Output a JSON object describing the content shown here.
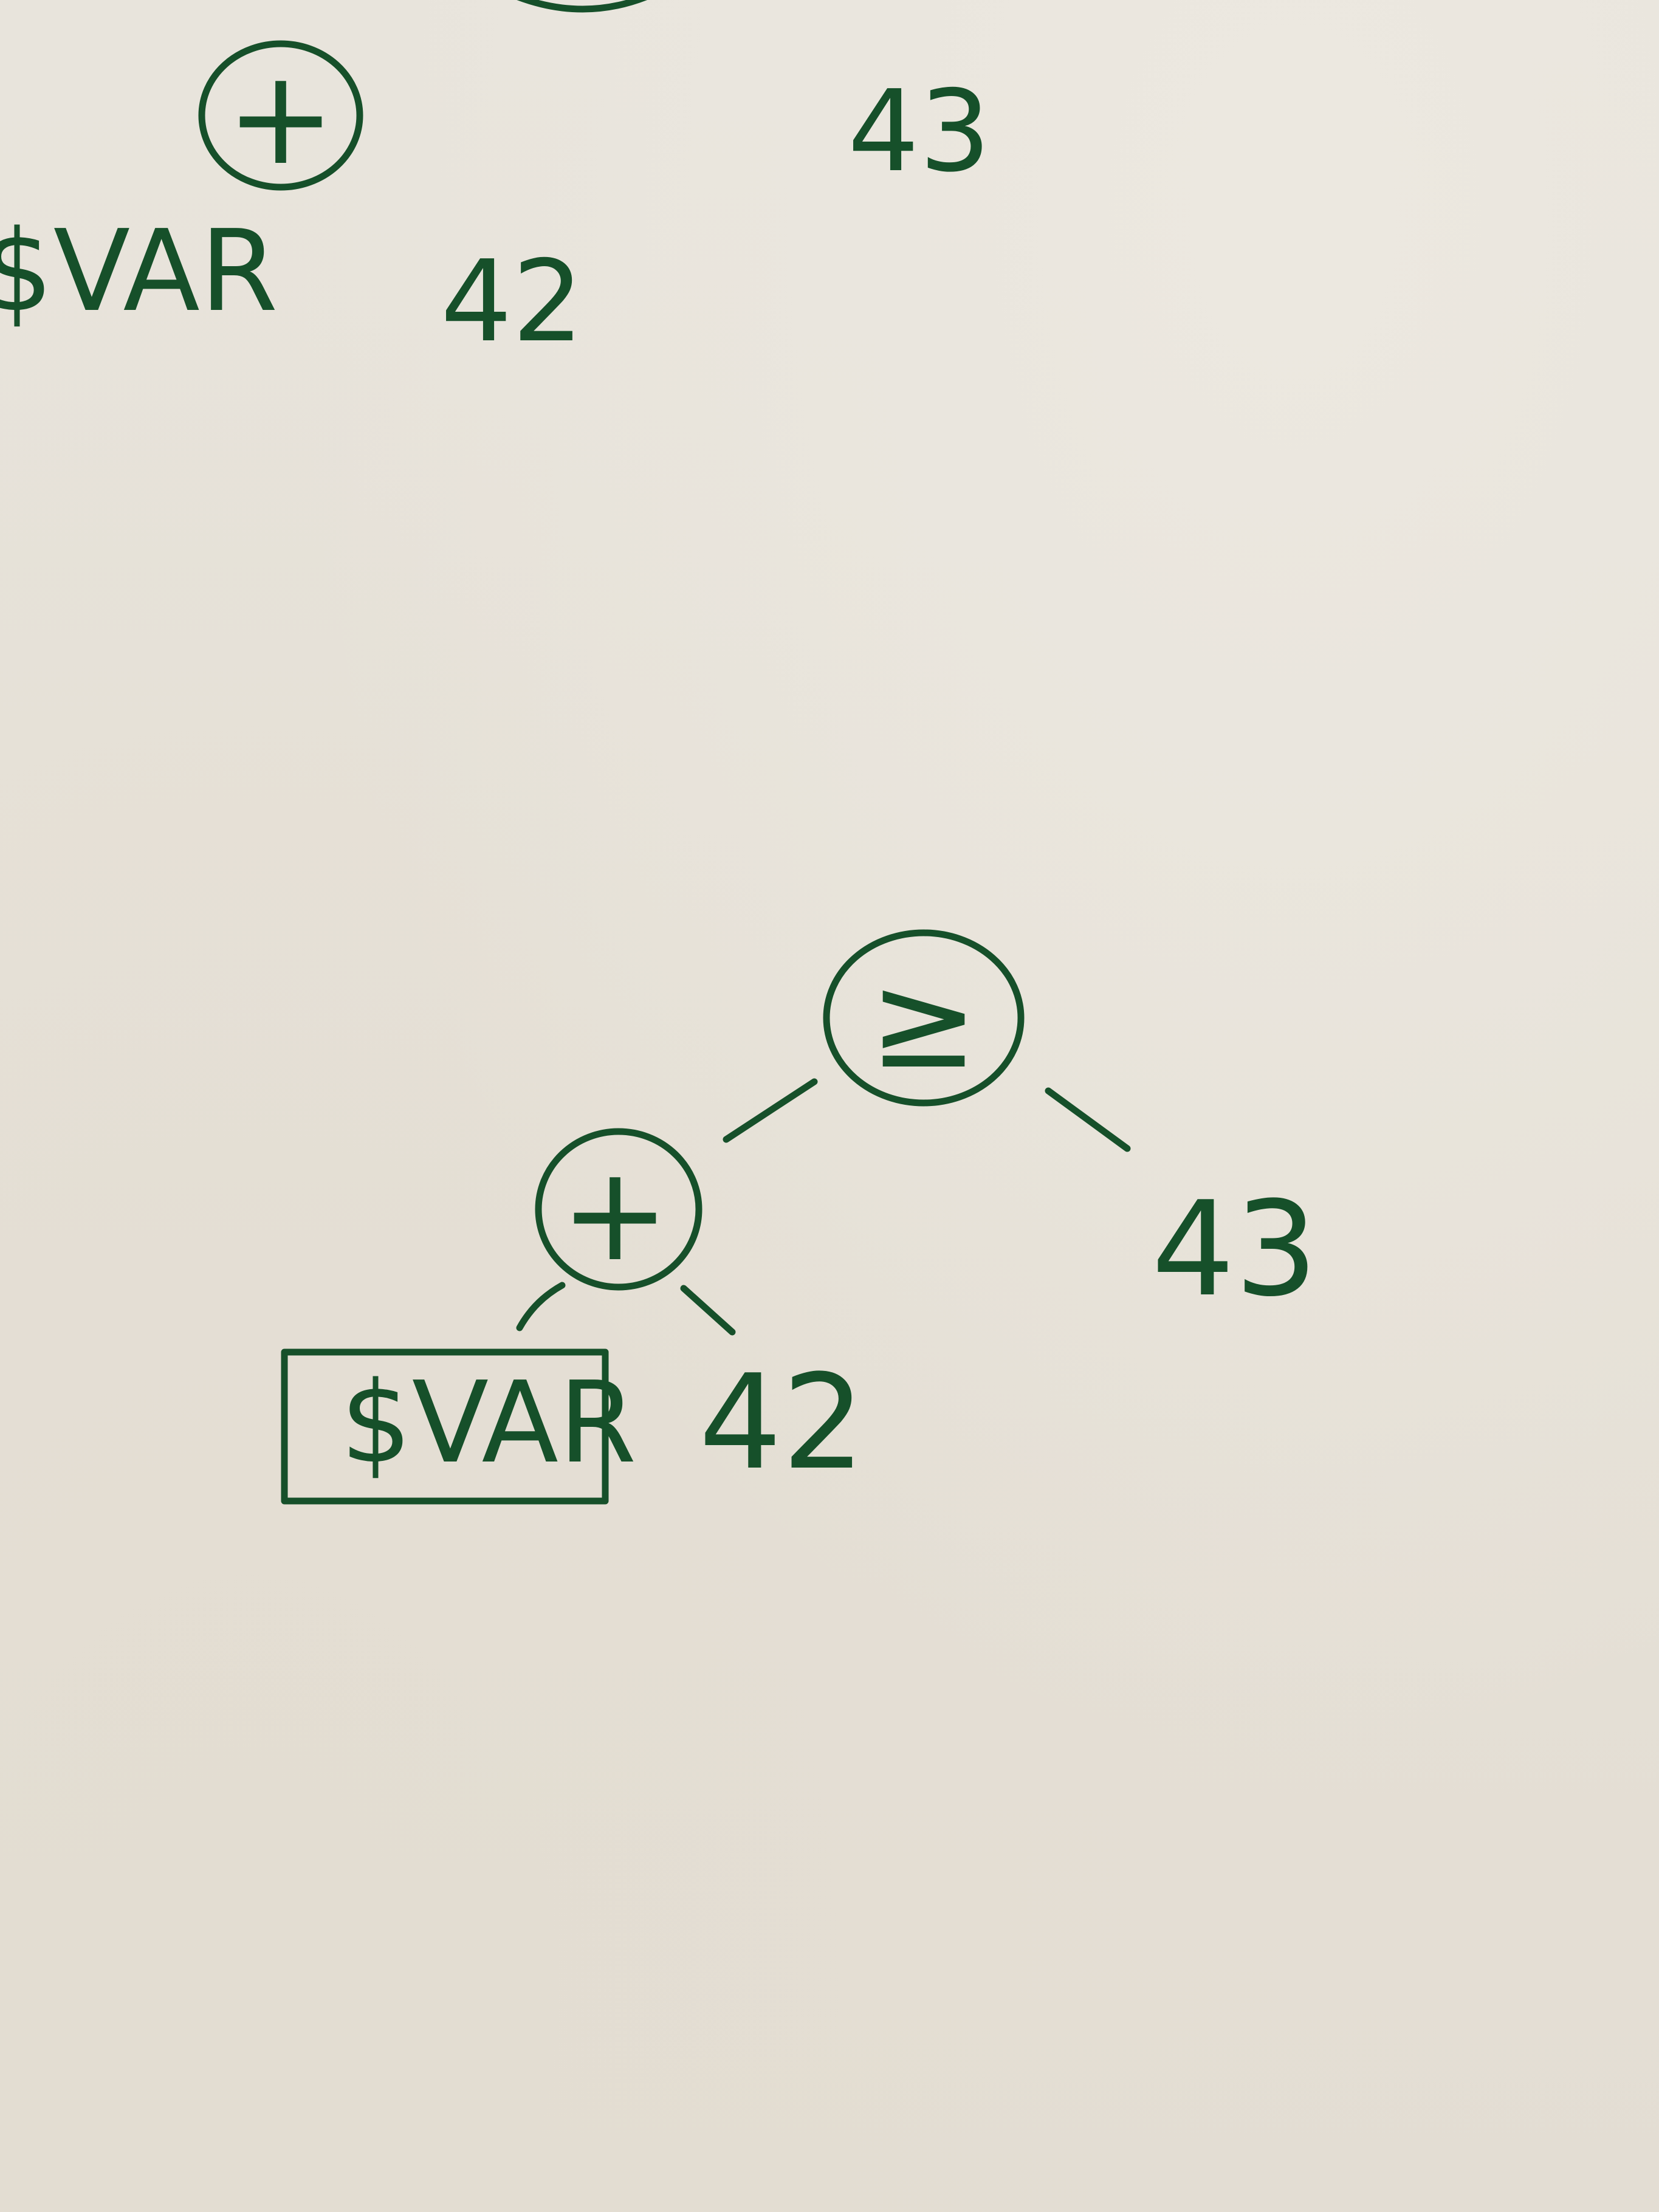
{
  "top_tree": {
    "operator": "+",
    "left_operand": "$VAR",
    "right_operand": "42",
    "comparison_value": "43"
  },
  "bottom_tree": {
    "root_operator": "≥",
    "plus_operator": "+",
    "variable": "$VAR",
    "operand": "42",
    "comparison_value": "43"
  },
  "colors": {
    "ink": "#16502a",
    "paper": "#e8e4dc"
  }
}
